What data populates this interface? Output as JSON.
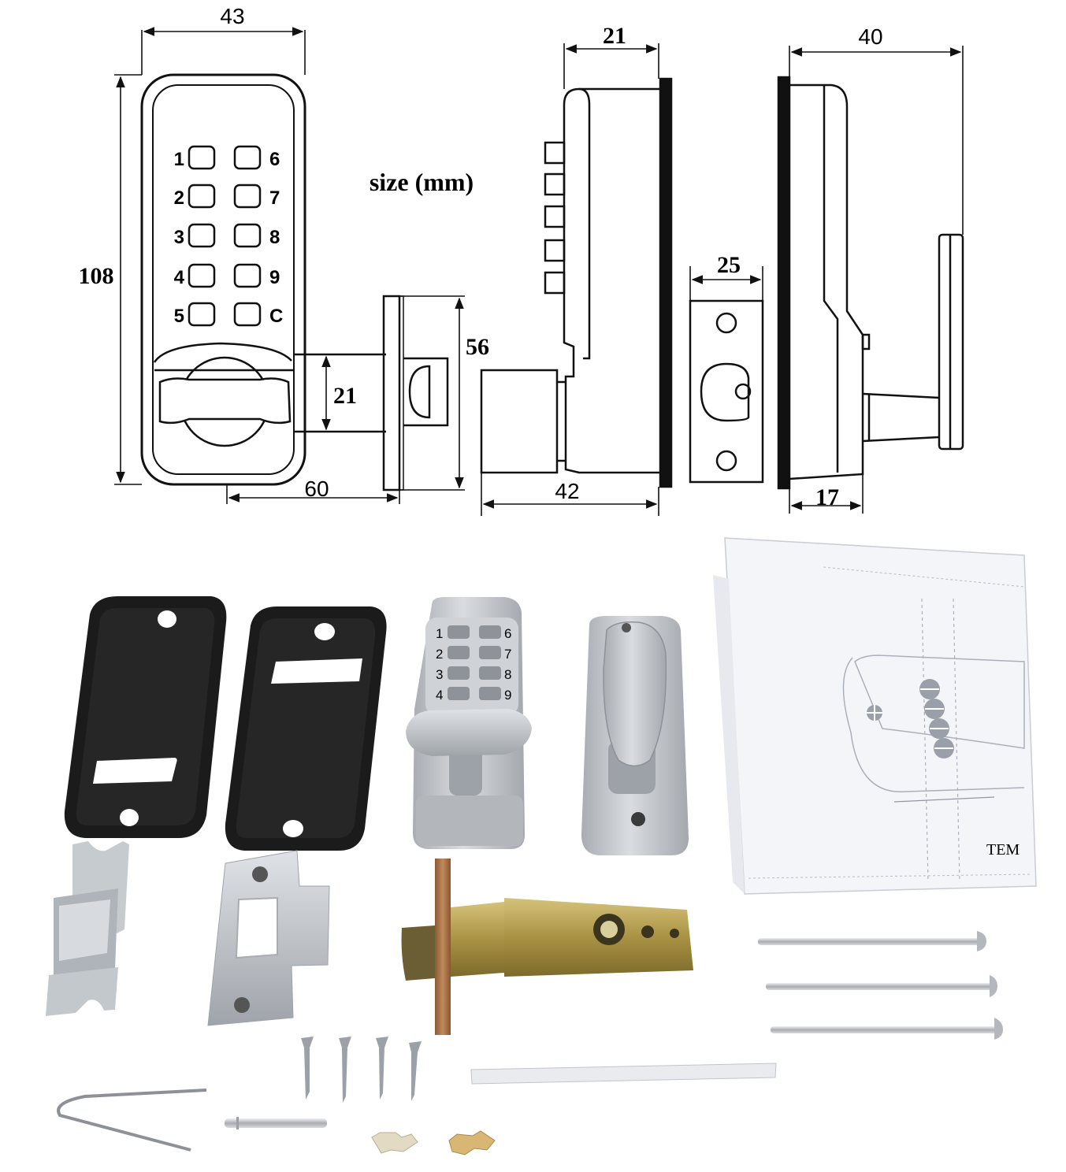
{
  "drawing": {
    "size_label": "size (mm)",
    "dims": {
      "front_width": "43",
      "front_height": "108",
      "spindle_dia": "21",
      "latch_backset": "60",
      "faceplate_height": "56",
      "side_depth_top": "21",
      "side_depth_bottom": "42",
      "strike_width": "25",
      "back_depth_top": "40",
      "back_depth_bottom": "17"
    },
    "keypad_left": [
      "1",
      "2",
      "3",
      "4",
      "5"
    ],
    "keypad_right": [
      "6",
      "7",
      "8",
      "9",
      "C"
    ]
  },
  "photo": {
    "keypad_left": [
      "1",
      "2",
      "3",
      "4"
    ],
    "keypad_right": [
      "6",
      "7",
      "8",
      "9"
    ],
    "template_text": "TEM"
  },
  "colors": {
    "line": "#111111",
    "gasket": "#1c1c1c",
    "satin_chrome": "#bfc3c8",
    "zinc": "#c9cdd2",
    "brass": "#b9a255",
    "copper": "#b07a50"
  }
}
